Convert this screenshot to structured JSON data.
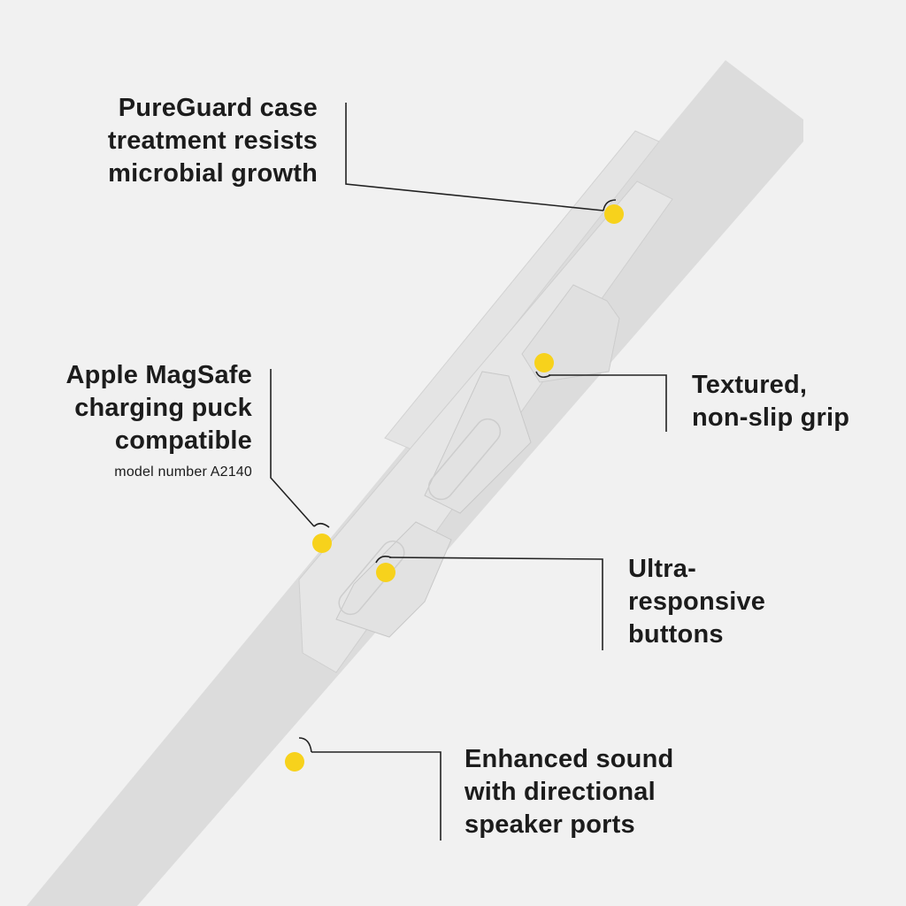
{
  "colors": {
    "background": "#f1f1f1",
    "case_body": "#dcdcdc",
    "case_clear": "#e6e6e6",
    "leader_line": "#222222",
    "marker": "#f7d21c"
  },
  "callouts": {
    "pureguard": {
      "lines": [
        "PureGuard case",
        "treatment resists",
        "microbial growth"
      ]
    },
    "magsafe": {
      "lines": [
        "Apple MagSafe",
        "charging puck",
        "compatible"
      ],
      "note": "model number A2140"
    },
    "grip": {
      "lines": [
        "Textured,",
        "non-slip grip"
      ]
    },
    "buttons": {
      "lines": [
        "Ultra-",
        "responsive",
        "buttons"
      ]
    },
    "sound": {
      "lines": [
        "Enhanced sound",
        "with directional",
        "speaker ports"
      ]
    }
  }
}
